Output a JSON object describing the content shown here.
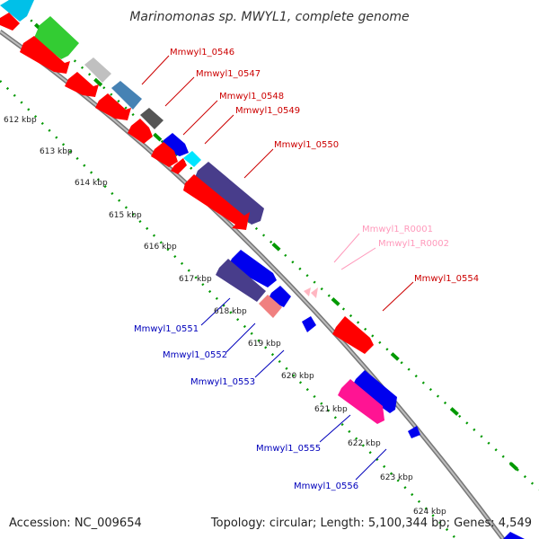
{
  "title": "Marinomonas sp. MWYL1, complete genome",
  "footer": {
    "accession": "Accession: NC_009654",
    "topology": "Topology: circular; Length: 5,100,344 bp; Genes: 4,549"
  },
  "colors": {
    "red": "#ff0000",
    "darkred": "#cc0000",
    "green": "#33cc33",
    "lightgray": "#c0c0c0",
    "steelblue": "#4682b4",
    "darkgray": "#555555",
    "blue": "#0000ee",
    "cyan": "#00e5ff",
    "slateblue": "#483d8b",
    "pink": "#ffb6c1",
    "salmon": "#f08080",
    "magenta": "#ff1493",
    "backbone": "#888888",
    "dots": "#009900",
    "label_red": "#cc0000",
    "label_blue": "#0000bb",
    "label_pink": "#ff99bb"
  },
  "scale_ticks": [
    "612 kbp",
    "613 kbp",
    "614 kbp",
    "615 kbp",
    "616 kbp",
    "617 kbp",
    "618 kbp",
    "619 kbp",
    "620 kbp",
    "621 kbp",
    "622 kbp",
    "623 kbp",
    "624 kbp"
  ],
  "gene_labels": [
    {
      "id": "0546",
      "text": "Mmwyl1_0546",
      "color": "red"
    },
    {
      "id": "0547",
      "text": "Mmwyl1_0547",
      "color": "red"
    },
    {
      "id": "0548",
      "text": "Mmwyl1_0548",
      "color": "red"
    },
    {
      "id": "0549",
      "text": "Mmwyl1_0549",
      "color": "red"
    },
    {
      "id": "0550",
      "text": "Mmwyl1_0550",
      "color": "red"
    },
    {
      "id": "R0001",
      "text": "Mmwyl1_R0001",
      "color": "pink"
    },
    {
      "id": "R0002",
      "text": "Mmwyl1_R0002",
      "color": "pink"
    },
    {
      "id": "0554",
      "text": "Mmwyl1_0554",
      "color": "red"
    },
    {
      "id": "0551",
      "text": "Mmwyl1_0551",
      "color": "blue"
    },
    {
      "id": "0552",
      "text": "Mmwyl1_0552",
      "color": "blue"
    },
    {
      "id": "0553",
      "text": "Mmwyl1_0553",
      "color": "blue"
    },
    {
      "id": "0555",
      "text": "Mmwyl1_0555",
      "color": "blue"
    },
    {
      "id": "0556",
      "text": "Mmwyl1_0556",
      "color": "blue"
    }
  ]
}
